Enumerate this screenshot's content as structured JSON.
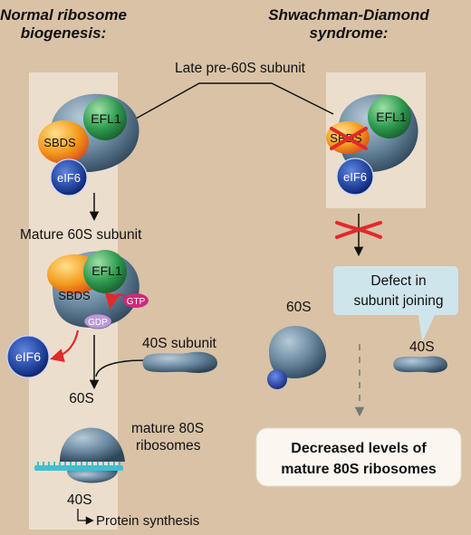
{
  "headings": {
    "left": [
      "Normal ribosome",
      "biogenesis:"
    ],
    "right": [
      "Shwachman-Diamond",
      "syndrome:"
    ]
  },
  "labels": {
    "late_pre_60s": "Late pre-60S subunit",
    "mature_60s_subunit": "Mature 60S subunit",
    "subunit_40s": "40S subunit",
    "label_60s_left": "60S",
    "label_60s_right": "60S",
    "label_40s_right": "40S",
    "label_40s_bottom": "40S",
    "mature_80s": [
      "mature 80S",
      "ribosomes"
    ],
    "protein_synthesis": "Protein synthesis",
    "defect": [
      "Defect in",
      "subunit joining"
    ],
    "decreased": [
      "Decreased levels of",
      "mature 80S ribosomes"
    ]
  },
  "proteins": {
    "efl1": "EFL1",
    "sbds": "SBDS",
    "eif6": "eIF6",
    "gtp": "GTP",
    "gdp": "GDP"
  },
  "colors": {
    "background": "#d9c2a6",
    "panel": "#efe3d2",
    "ribosome": "#5f7e96",
    "efl1": "#2e9a4f",
    "sbds": "#f39a1c",
    "eif6": "#1f3f99",
    "gtp": "#cc2a78",
    "gdp": "#b99bd6",
    "inhibit_x": "#e12a2a",
    "mrna": "#3fbfd0"
  }
}
